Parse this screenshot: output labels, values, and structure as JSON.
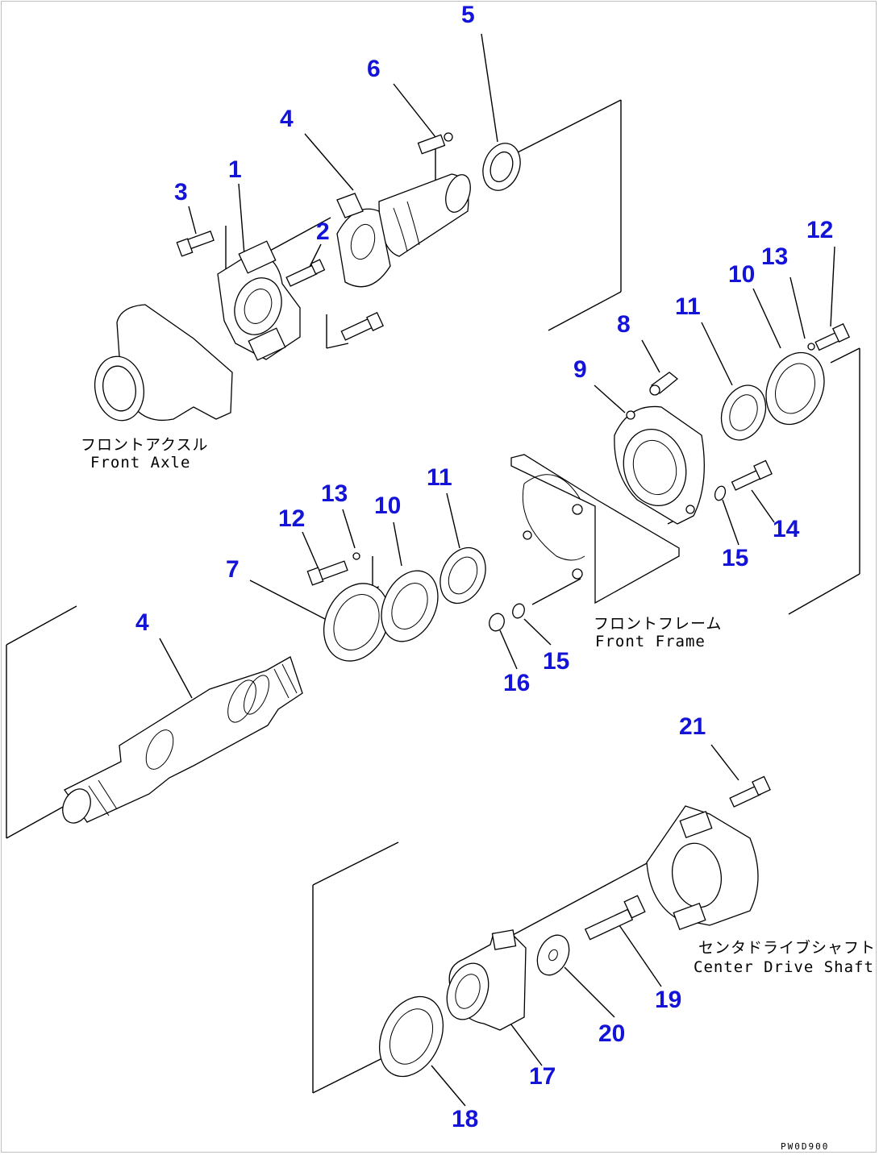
{
  "diagram": {
    "part_numbers": {
      "p1": "1",
      "p2": "2",
      "p3": "3",
      "p4a": "4",
      "p4b": "4",
      "p5": "5",
      "p6": "6",
      "p7": "7",
      "p8": "8",
      "p9": "9",
      "p10a": "10",
      "p10b": "10",
      "p11a": "11",
      "p11b": "11",
      "p12a": "12",
      "p12b": "12",
      "p13a": "13",
      "p13b": "13",
      "p14": "14",
      "p15a": "15",
      "p15b": "15",
      "p16": "16",
      "p17": "17",
      "p18": "18",
      "p19": "19",
      "p20": "20",
      "p21": "21"
    },
    "captions": {
      "front_axle_jp": "フロントアクスル",
      "front_axle_en": "Front Axle",
      "front_frame_jp": "フロントフレーム",
      "front_frame_en": "Front Frame",
      "center_shaft_jp": "センタドライブシャフト",
      "center_shaft_en": "Center Drive Shaft"
    },
    "drawing_code": "PW0D900",
    "colors": {
      "callout": "#1414d8",
      "line": "#000000",
      "background": "#ffffff"
    }
  }
}
